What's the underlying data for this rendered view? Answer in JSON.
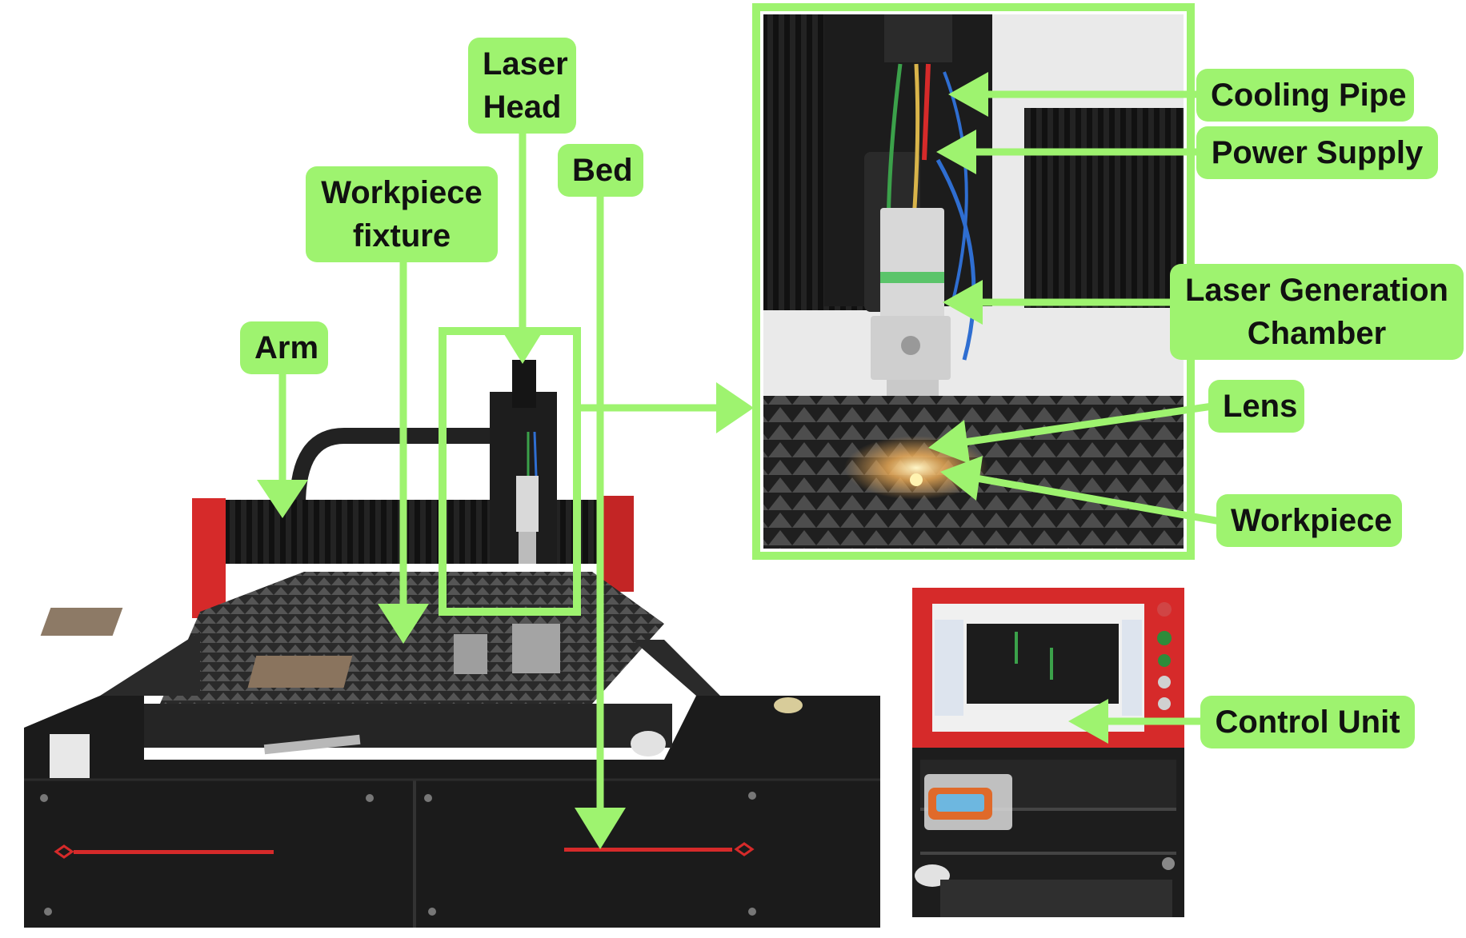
{
  "colors": {
    "accent": "#9ef36f",
    "machine_body": "#1b1b1b",
    "machine_red": "#d62a2a"
  },
  "labels": {
    "laser_head": [
      "Laser",
      "Head"
    ],
    "bed": "Bed",
    "workpiece_fixture": [
      "Workpiece",
      "fixture"
    ],
    "arm": "Arm",
    "cooling_pipe": "Cooling Pipe",
    "power_supply": "Power Supply",
    "laser_generation_chamber": [
      "Laser Generation",
      "Chamber"
    ],
    "lens": "Lens",
    "workpiece": "Workpiece",
    "control_unit": "Control Unit"
  }
}
